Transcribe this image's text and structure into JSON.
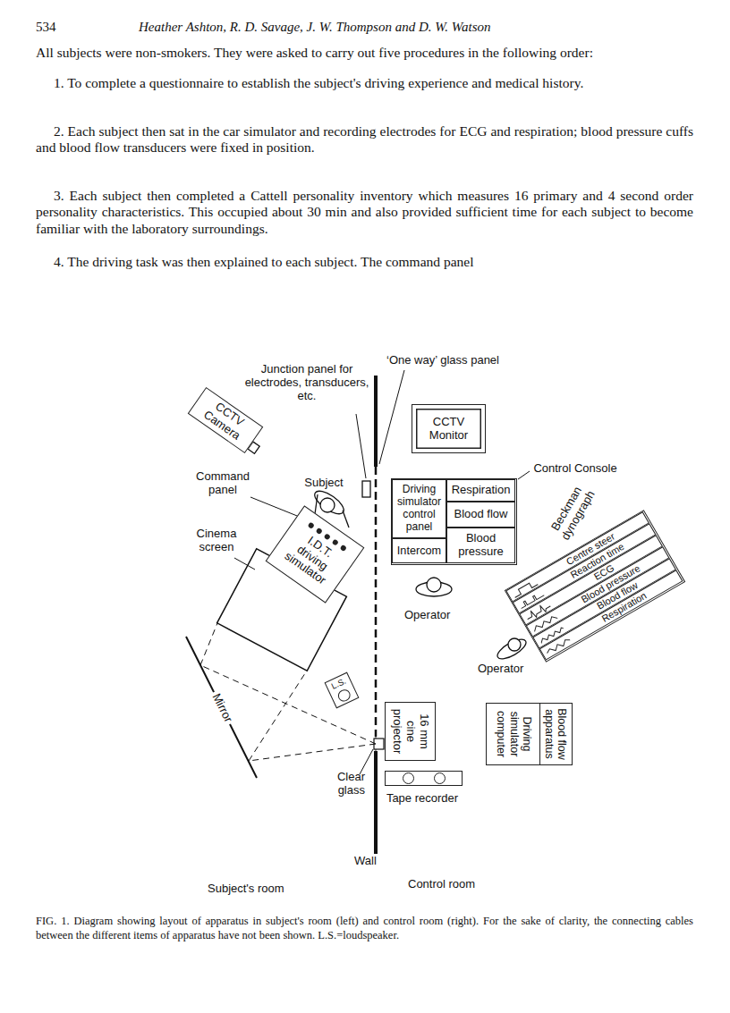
{
  "diagram": {
    "caption": "FIG. 1. Diagram showing layout of apparatus in subject's room (left) and control room (right). For the sake of clarity, the connecting cables between the different items of apparatus have not been shown. L.S.=loudspeaker.",
    "nodes": [
      {
        "text": [
          "CCTV Camera"
        ]
      },
      {
        "text": [
          "CCTV Monitor"
        ]
      },
      {
        "text": [
          "Control Console"
        ]
      },
      {
        "text": [
          "Driving simulator control panel"
        ],
        "in": 2
      },
      {
        "text": [
          "Respiration"
        ],
        "in": 2
      },
      {
        "text": [
          "Blood flow"
        ],
        "in": 2
      },
      {
        "text": [
          "Blood pressure"
        ],
        "in": 2
      },
      {
        "text": [
          "Intercom"
        ],
        "in": 2
      },
      {
        "text": [
          "I.D.T. driving simulator"
        ]
      },
      {
        "text": [
          "Beckman dynograph"
        ]
      },
      {
        "text": [
          "Centre steer"
        ],
        "in": 9
      },
      {
        "text": [
          "Reaction time"
        ],
        "in": 9
      },
      {
        "text": [
          "ECG"
        ],
        "in": 9
      },
      {
        "text": [
          "Blood pressure"
        ],
        "in": 9
      },
      {
        "text": [
          "Blood flow"
        ],
        "in": 9
      },
      {
        "text": [
          "Respiration"
        ],
        "in": 9
      },
      {
        "text": [
          "L.S."
        ]
      },
      {
        "text": [
          "16 mm cine projector"
        ]
      },
      {
        "text": [
          "Tape recorder"
        ]
      },
      {
        "text": [
          "Driving simulator computer",
          "Blood flow apparatus"
        ]
      }
    ],
    "labels": [
      "534",
      "Heather Ashton, R. D. Savage, J. W. Thompson and D. W. Watson",
      "All subjects were non-smokers. They were asked to carry out five procedures in the following order:",
      "1. To complete a questionnaire to establish the subject's driving experience and medical history.",
      "2. Each subject then sat in the car simulator and recording electrodes for ECG and respiration; blood pressure cuffs and blood flow transducers were fixed in position.",
      "3. Each subject then completed a Cattell personality inventory which measures 16 primary and 4 second order personality characteristics. This occupied about 30 min and also provided sufficient time for each subject to become familiar with the laboratory surroundings.",
      "4. The driving task was then explained to each subject. The command panel",
      "‘One way’ glass panel",
      "Junction panel for electrodes, transducers, etc.",
      "Command panel",
      "Subject",
      "Cinema screen",
      "Mirror",
      "Clear glass",
      "Wall",
      "Subject's room",
      "Operator",
      "Operator",
      "Control room"
    ]
  }
}
